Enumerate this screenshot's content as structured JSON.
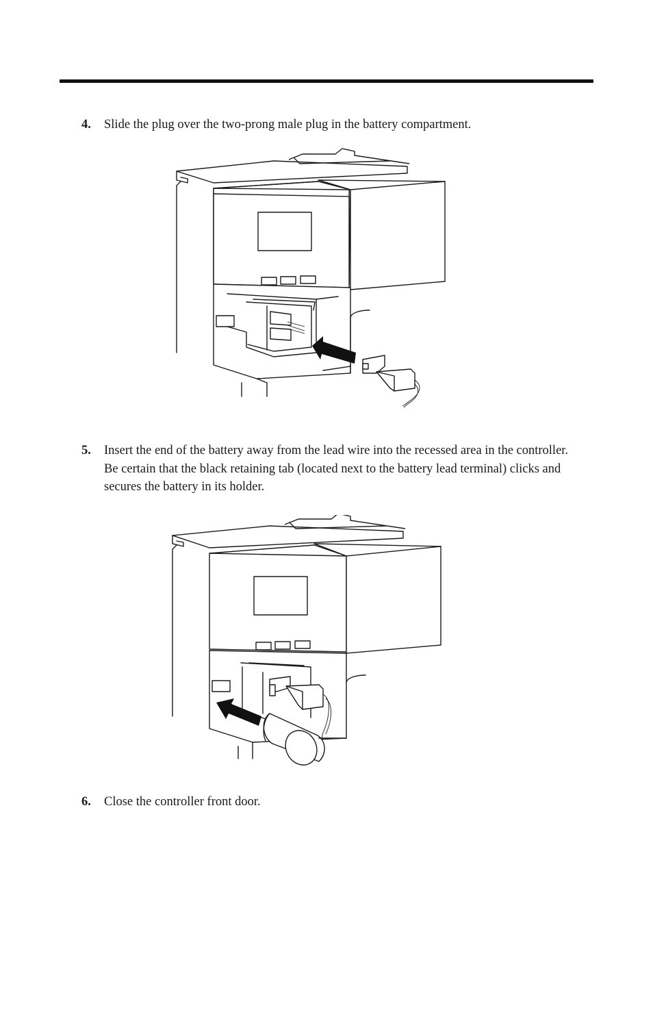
{
  "steps": [
    {
      "number": "4.",
      "text": "Slide the plug over the two-prong male plug in the battery compartment."
    },
    {
      "number": "5.",
      "text": "Insert the end of the battery away from the lead wire into the recessed area in the controller. Be certain that the black retaining tab (located next to the battery lead terminal) clicks and secures the battery in its holder."
    },
    {
      "number": "6.",
      "text": "Close the controller front door."
    }
  ]
}
